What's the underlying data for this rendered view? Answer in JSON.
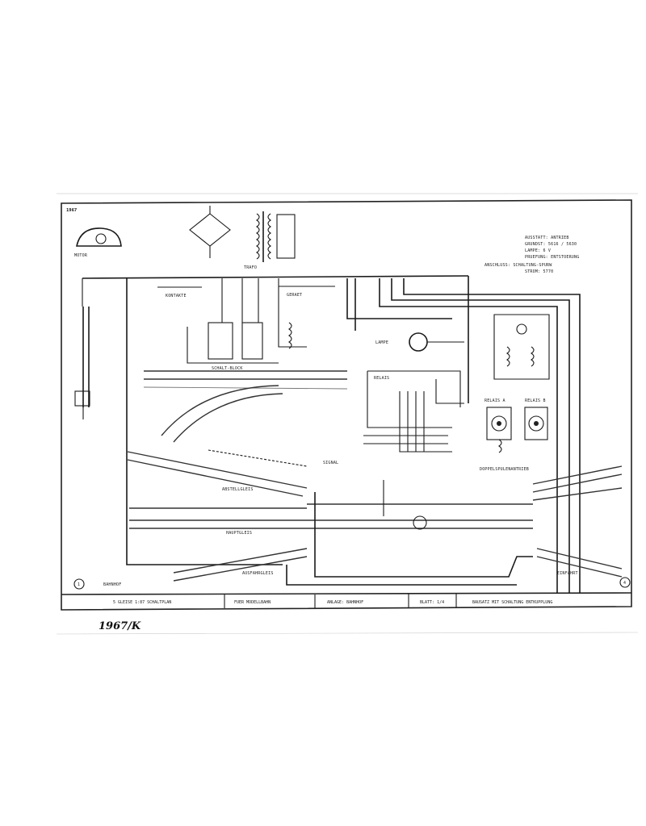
{
  "sheet": {
    "ref_top_left": "1967",
    "stamp": "1967/K",
    "circle_left": "1",
    "circle_right": "4"
  },
  "notes_right": [
    "AUSSTATT: ANTRIEB",
    "GRUNDST: 5616 / 5630",
    "LAMPE: 6 V",
    "PRUEFUNG: ENTSTOERUNG",
    "ANSCHLUSS: SCHALTUNG-SPURW",
    "STROM: 5770"
  ],
  "labels": {
    "transformer": "TRAFO",
    "block": "GERAET",
    "contacts": "KONTAKTE",
    "switch_block": "SCHALT-BLOCK",
    "motor": "MOTOR",
    "lamp": "LAMPE",
    "relay": "RELAIS",
    "track_a": "ABSTELLGLEIS",
    "track_b": "HAUPTGLEIS",
    "track_c": "AUSFAHRGLEIS",
    "track_d": "EINFAHRT",
    "signal": "SIGNAL",
    "left_label": "BAHNHOF",
    "coil_label": "DOPPELSPULENANTRIEB",
    "relay_a": "RELAIS A",
    "relay_b": "RELAIS B"
  },
  "title_block": [
    "5 GLEISE 1:87 SCHALTPLAN",
    "FUER MODELLBAHN",
    "ANLAGE: BAHNHOF",
    "BLATT: 1/4",
    "BAUSATZ MIT SCHALTUNG ENTKUPPLUNG"
  ]
}
